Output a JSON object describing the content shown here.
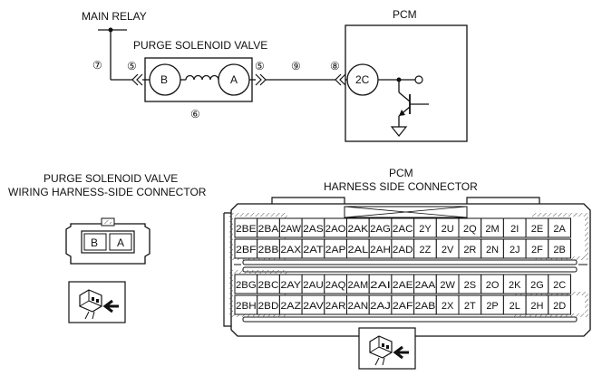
{
  "labels": {
    "main_relay": "MAIN RELAY",
    "purge_valve": "PURGE SOLENOID VALVE",
    "pcm_top": "PCM",
    "purge_conn_line1": "PURGE SOLENOID VALVE",
    "purge_conn_line2": "WIRING HARNESS-SIDE CONNECTOR",
    "pcm_conn_line1": "PCM",
    "pcm_conn_line2": "HARNESS SIDE CONNECTOR"
  },
  "circle_labels": {
    "b": "B",
    "a": "A",
    "pcm_2c": "2C"
  },
  "callouts": {
    "c7": "⑦",
    "c5_left": "⑤",
    "c5_right": "⑤",
    "c6": "⑥",
    "c9": "⑨",
    "c8": "⑧"
  },
  "purge_connector_pins": [
    "B",
    "A"
  ],
  "pcm_connector": {
    "row1": [
      "2BE",
      "2BA",
      "2AW",
      "2AS",
      "2AO",
      "2AK",
      "2AG",
      "2AC",
      "2Y",
      "2U",
      "2Q",
      "2M",
      "2I",
      "2E",
      "2A"
    ],
    "row2": [
      "2BF",
      "2BB",
      "2AX",
      "2AT",
      "2AP",
      "2AL",
      "2AH",
      "2AD",
      "2Z",
      "2V",
      "2R",
      "2N",
      "2J",
      "2F",
      "2B"
    ],
    "row3": [
      "2BG",
      "2BC",
      "2AY",
      "2AU",
      "2AQ",
      "2AM",
      "2AI",
      "2AE",
      "2AA",
      "2W",
      "2S",
      "2O",
      "2K",
      "2G",
      "2C"
    ],
    "row4": [
      "2BH",
      "2BD",
      "2AZ",
      "2AV",
      "2AR",
      "2AN",
      "2AJ",
      "2AF",
      "2AB",
      "2X",
      "2T",
      "2P",
      "2L",
      "2H",
      "2D"
    ]
  },
  "icons": {
    "connector_view_1": "connector-view-icon",
    "connector_view_2": "connector-view-icon"
  }
}
